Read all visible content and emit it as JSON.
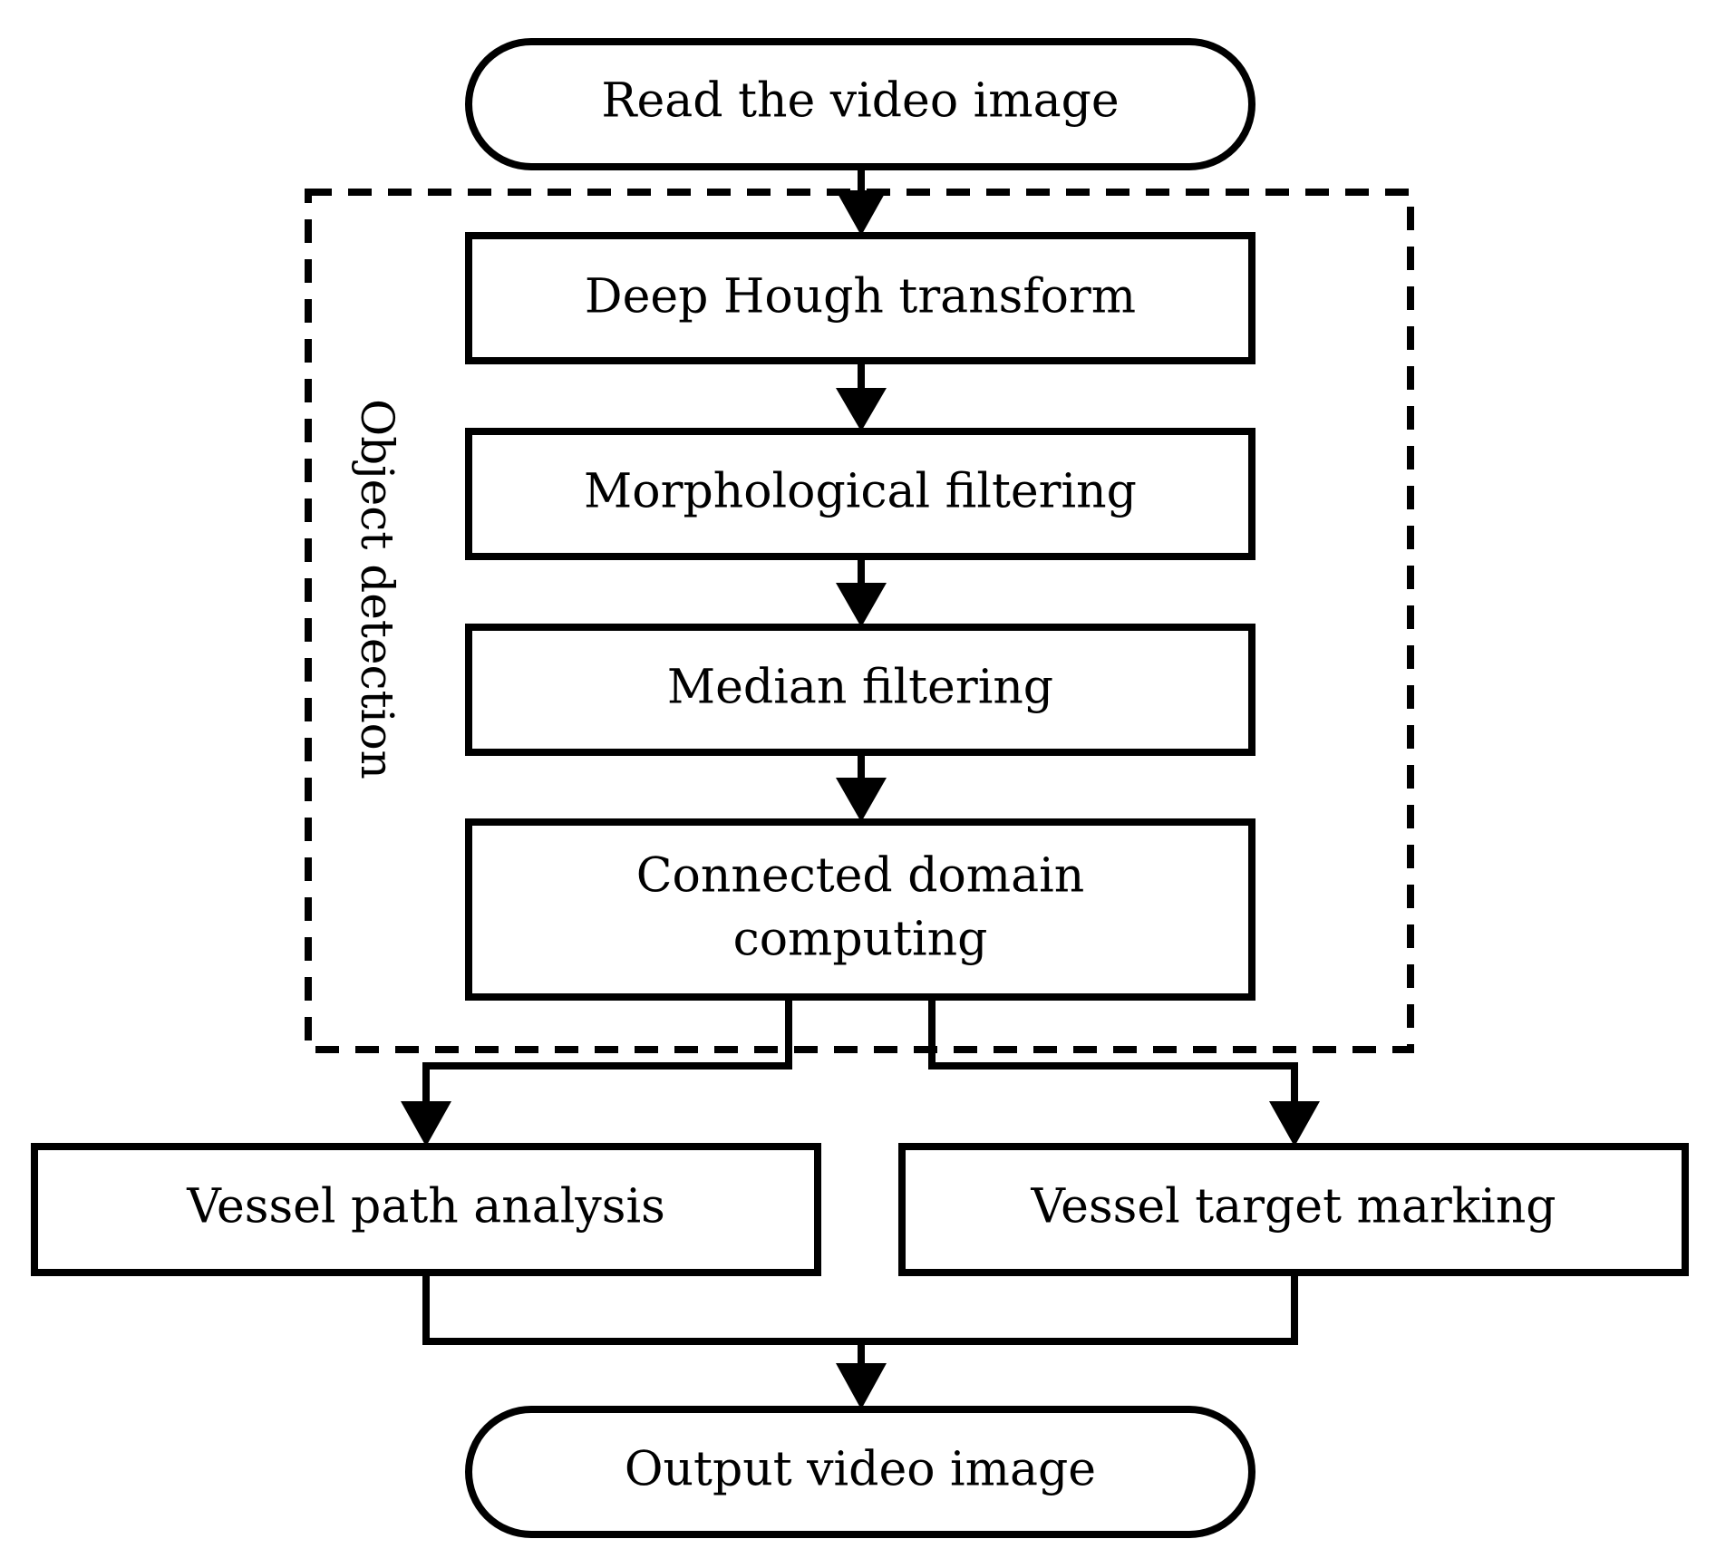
{
  "diagram": {
    "nodes": {
      "start": {
        "label": "Read the video image"
      },
      "hough": {
        "label": "Deep Hough transform"
      },
      "morph": {
        "label": "Morphological filtering"
      },
      "median": {
        "label": "Median filtering"
      },
      "connected": {
        "line1": "Connected domain",
        "line2": "computing"
      },
      "path": {
        "label": "Vessel path analysis"
      },
      "marking": {
        "label": "Vessel target marking"
      },
      "end": {
        "label": "Output video image"
      }
    },
    "group": {
      "label": "Object detection"
    },
    "colors": {
      "stroke": "#000000",
      "fill": "#ffffff",
      "text": "#000000"
    }
  }
}
